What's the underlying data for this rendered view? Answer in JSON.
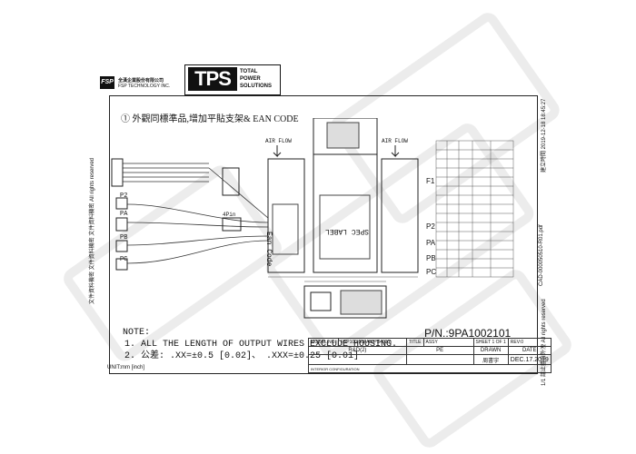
{
  "header": {
    "fsp_mark": "FSP",
    "company_cn": "全漢企業股份有限公司",
    "company_en": "FSP TECHNOLOGY INC.",
    "tps_logo": "TPS",
    "tps_tagline": [
      "TOTAL",
      "POWER",
      "SOLUTIONS"
    ]
  },
  "drawing": {
    "section_title": "① 外觀同標準品,增加平貼支架& EAN CODE",
    "air_flow_left": "AIR FLOW",
    "air_flow_right": "AIR FLOW",
    "connector_labels": [
      "P2",
      "PA",
      "PB",
      "PC",
      "4Pin"
    ],
    "spec_label": "SPEC LABEL",
    "ean_label": "Ean Code",
    "table_row_labels": [
      "F1",
      "P2",
      "PA",
      "PB",
      "PC"
    ]
  },
  "notes": {
    "heading": "NOTE:",
    "line1": "1. ALL THE LENGTH OF OUTPUT WIRES EXCLUDE HOUSING.",
    "line2": "2. 公差: .XX=±0.5 [0.02]、 .XXX=±0.25 [0.01]",
    "unit": "UNIT:mm [inch]"
  },
  "title_block": {
    "part_number": "P/N.:9PA1002101",
    "model_label": "MODEL NO.",
    "model_value": "FSP100-50FAB(PS4020)",
    "title_label": "TITLE",
    "title_value": "ASSY",
    "sheet_value": "SHEET 1 OF 1",
    "rev_value": "REV:0",
    "rnd_label": "R&D(2)",
    "pe_label": "PE",
    "drawn_label": "DRAWN",
    "date_label": "DATE",
    "drawn_value": "周書宇",
    "date_value": "DEC.17.2019",
    "interior_label": "INTERIOR CONFIGURATION"
  },
  "side_texts": {
    "left": "文件資料機密 文件資料機密 文件資料機密 All rights reserved",
    "right_top": "建立時間 2019-12-18 18:45:27",
    "right_mid": "CAD-000050510-R01.pdf",
    "right_bottom": "1/1 請止擅自外洩 All rights reserved"
  }
}
